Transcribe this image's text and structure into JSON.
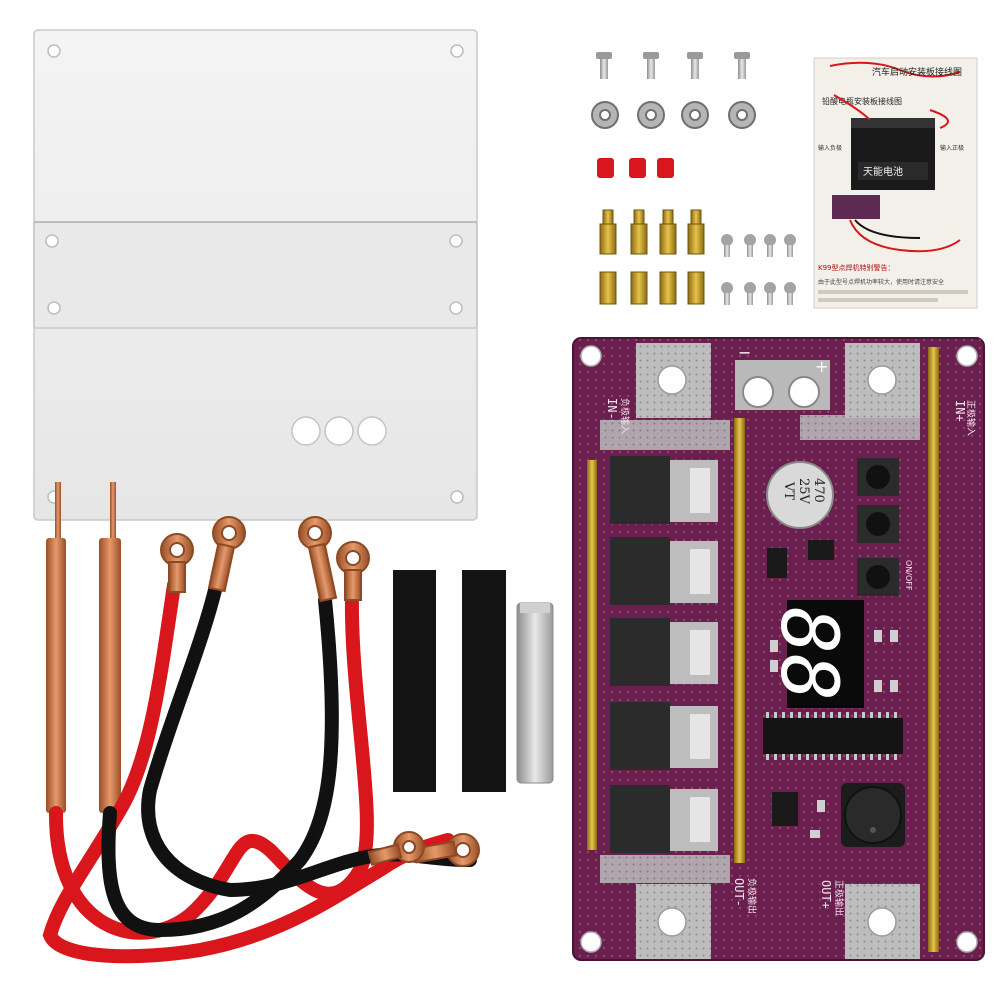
{
  "manual": {
    "top_heading": "汽车启动安装板接线图",
    "sub_heading": "铅酸电瓶安装板接线图",
    "battery_brand": "天能电池",
    "side_label_a": "输入负极",
    "side_label_b": "输入正极",
    "note_heading": "K99型点焊机特别警告：",
    "note_text": "由于此型号点焊机功率较大，使用时请注意安全"
  },
  "board": {
    "in_minus_label": "IN-",
    "in_minus_cn": "负极输入",
    "in_plus_label": "IN+",
    "in_plus_cn": "正极输入",
    "out_minus_label": "OUT-",
    "out_minus_cn": "负极输出",
    "out_plus_label": "OUT+",
    "out_plus_cn": "正极输出",
    "cap_line1": "470",
    "cap_line2": "25V",
    "cap_line3": "VT",
    "onoff_label": "ON/OFF",
    "display_value": "88",
    "minus_sign": "−",
    "plus_sign": "+"
  },
  "colors": {
    "pcb": "#6b1f4f",
    "pcb_dark": "#4a1236",
    "copper": "#c8774a",
    "red_wire": "#d8161b",
    "black_wire": "#111111",
    "gold": "#c9a227"
  }
}
